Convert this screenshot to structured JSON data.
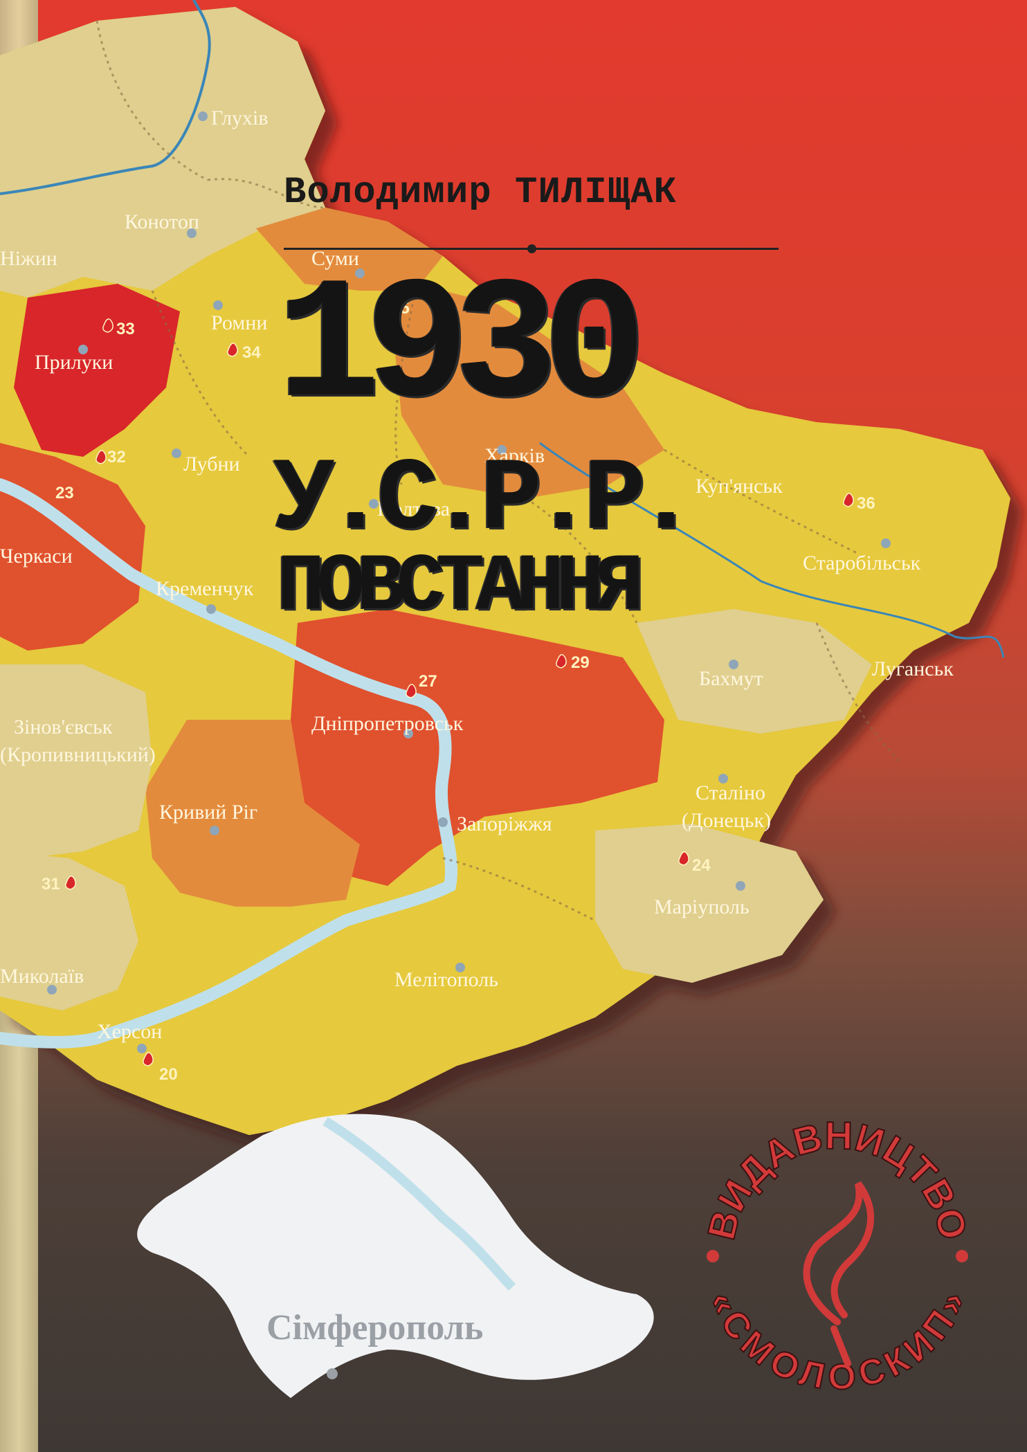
{
  "cover": {
    "author": "Володимир ТИЛІЩАК",
    "year": "1930",
    "country": "У.С.Р.Р.",
    "subject": "ПОВСТАННЯ"
  },
  "publisher": {
    "top": "ВИДАВНИЦТВО",
    "bottom": "«СМОЛОСКИП»"
  },
  "map": {
    "cities": {
      "hlukhiv": "Глухів",
      "konotop": "Конотоп",
      "nizhyn": "Ніжин",
      "sumy": "Суми",
      "romny": "Ромни",
      "pryluky": "Прилуки",
      "lubny": "Лубни",
      "kharkiv": "Харків",
      "poltava": "Полтава",
      "kupiansk": "Куп'янськ",
      "starobilsk": "Старобільськ",
      "cherkasy": "Черкаси",
      "kremenchuk": "Кременчук",
      "bakhmut": "Бахмут",
      "luhansk": "Луганськ",
      "zinoviivsk": "Зінов'євськ",
      "kropyvnytskyi": "(Кропивницький)",
      "dnipropetrovsk": "Дніпропетровськ",
      "stalino": "Сталіно",
      "donetsk": "(Донецьк)",
      "kryvyi_rih": "Кривий Ріг",
      "zaporizhzhia": "Запоріжжя",
      "mariupol": "Маріуполь",
      "mykolaiv": "Миколаїв",
      "melitopol": "Мелітополь",
      "kherson": "Херсон",
      "simferopol": "Сімферополь"
    },
    "markers": {
      "m33": "33",
      "m34": "34",
      "m35": "35",
      "m32": "32",
      "m23": "23",
      "m36": "36",
      "m29": "29",
      "m27": "27",
      "m24": "24",
      "m31": "31",
      "m20": "20"
    },
    "colors": {
      "dark_red": "#d8262a",
      "red_orange": "#e0512f",
      "orange": "#e38b3c",
      "yellow": "#e4c93a",
      "tan": "#e0cf8e",
      "crimea": "#f1f2f4",
      "water": "#bfe0ea",
      "river": "#3a86b8"
    }
  }
}
